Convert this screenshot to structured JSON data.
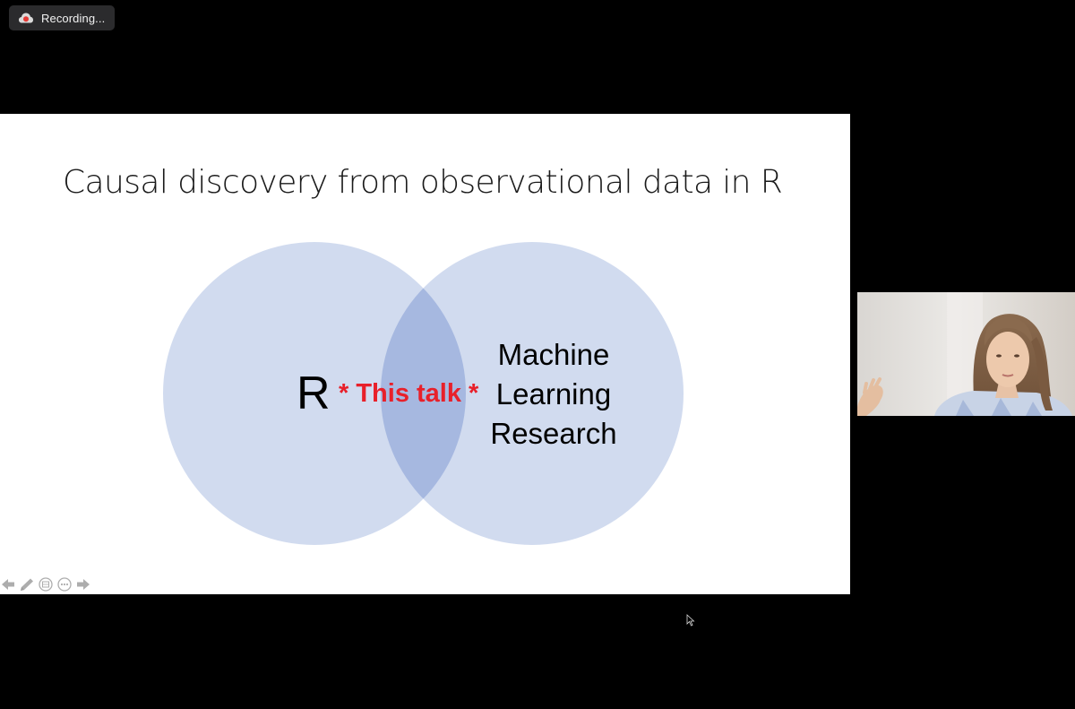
{
  "recording": {
    "label": "Recording...",
    "icon": "record-cloud-icon",
    "accent": "#e53935"
  },
  "slide": {
    "title": "Causal discovery from observational data in R",
    "venn": {
      "left_label": "R",
      "intersection_label": "* This talk *",
      "right_label_lines": [
        "Machine",
        "Learning",
        "Research"
      ],
      "circle_color": "#c9d5ec",
      "intersection_color": "#a6b8e0",
      "highlight_color": "#e8202a"
    },
    "toolbar": {
      "previous": "arrow-left-icon",
      "pen": "pen-icon",
      "slides": "slide-grid-icon",
      "more": "more-options-icon",
      "next": "arrow-right-icon"
    }
  },
  "webcam": {
    "description_icon": "speaker-video-feed"
  }
}
